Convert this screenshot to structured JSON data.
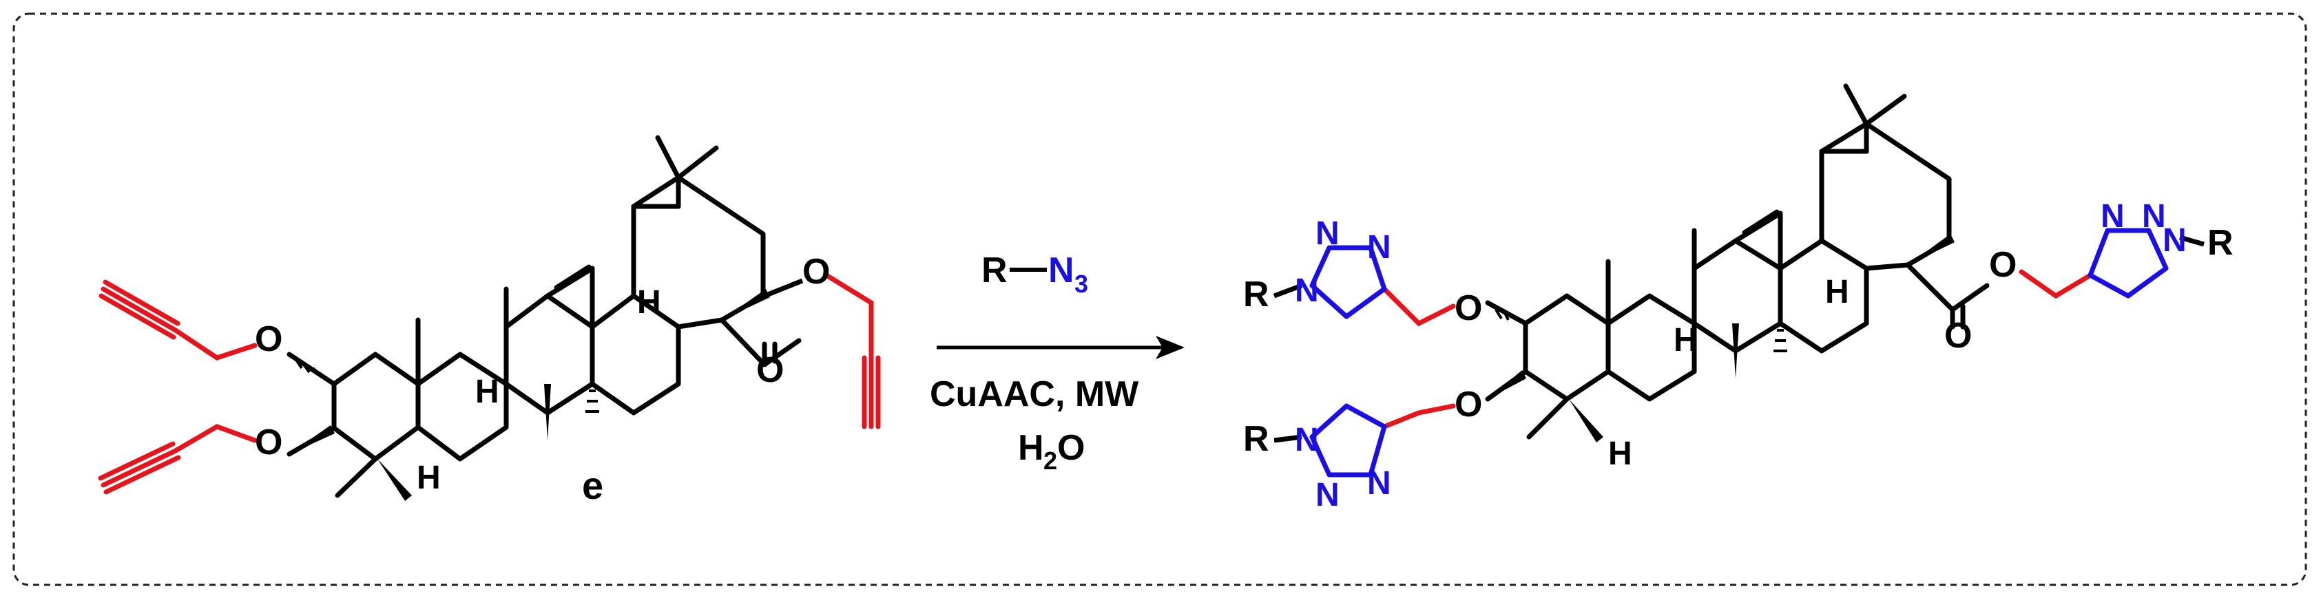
{
  "reactant": {
    "compound_label": "e",
    "atoms": {
      "oxygen": "O",
      "hydrogen": "H"
    }
  },
  "reaction": {
    "reagent_r": "R",
    "reagent_n": "N",
    "reagent_n_subscript": "3",
    "condition_1": "CuAAC, MW",
    "condition_2_h": "H",
    "condition_2_sub": "2",
    "condition_2_o": "O"
  },
  "product": {
    "atoms": {
      "oxygen": "O",
      "hydrogen": "H",
      "nitrogen": "N",
      "r_group": "R"
    }
  },
  "colors": {
    "bond": "#000000",
    "alkyne": "#e8141b",
    "triazole": "#1a10e6",
    "border": "#222222"
  }
}
